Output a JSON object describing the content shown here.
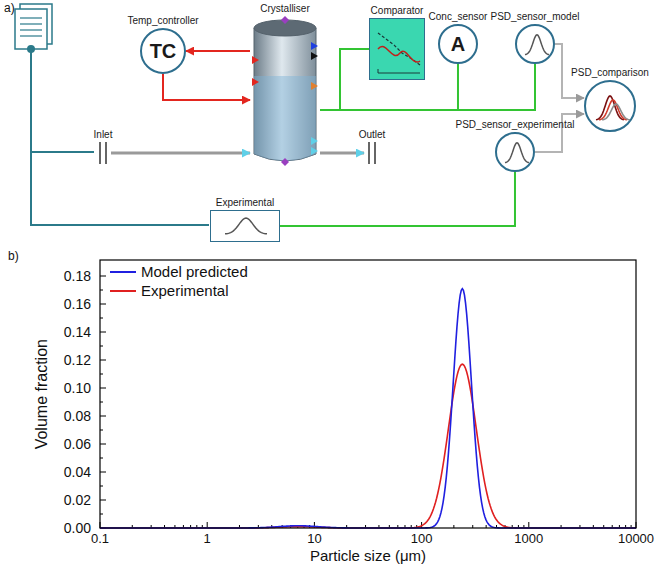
{
  "diagram": {
    "nodes": [
      {
        "text": [
          "Temp_controller",
          "TC"
        ]
      },
      {
        "text": [
          "Crystalliser"
        ]
      },
      {
        "text": [
          "Comparator"
        ]
      },
      {
        "text": [
          "Conc_sensor",
          "A"
        ]
      },
      {
        "text": [
          "PSD_sensor_model"
        ]
      },
      {
        "text": [
          "PSD_comparison"
        ]
      },
      {
        "text": [
          "Inlet"
        ]
      },
      {
        "text": [
          "Outlet"
        ]
      },
      {
        "text": [
          "PSD_sensor_experimental"
        ]
      },
      {
        "text": [
          "Experimental"
        ]
      }
    ],
    "edges": [
      {
        "from": 0,
        "to": 1,
        "arrow": "to"
      },
      {
        "from": 1,
        "to": 0,
        "arrow": "to"
      },
      {
        "from": 6,
        "to": 1,
        "arrow": "to"
      },
      {
        "from": 1,
        "to": 7,
        "arrow": "to"
      },
      {
        "from": 1,
        "to": 2,
        "arrow": "none"
      },
      {
        "from": 1,
        "to": 3,
        "arrow": "none"
      },
      {
        "from": 1,
        "to": 4,
        "arrow": "none"
      },
      {
        "from": 4,
        "to": 5,
        "arrow": "to"
      },
      {
        "from": 8,
        "to": 5,
        "arrow": "to"
      },
      {
        "from": 9,
        "to": 8,
        "arrow": "none"
      }
    ],
    "labels": [
      "a)",
      "b)",
      "0.00",
      "0.02",
      "0.04",
      "0.06",
      "0.08",
      "0.10",
      "0.12",
      "0.14",
      "0.16",
      "0.18",
      "0.1",
      "1",
      "10",
      "100",
      "1000",
      "10000",
      "Volume fraction",
      "Particle size (μm)"
    ],
    "legend": [
      {
        "text": "Model predicted"
      },
      {
        "text": "Experimental"
      }
    ]
  }
}
